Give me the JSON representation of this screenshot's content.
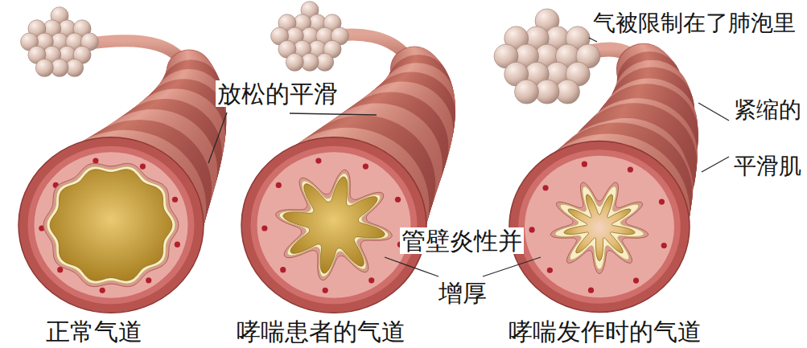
{
  "diagram": {
    "labels": [
      "气被限制在了肺泡里",
      "放松的平滑",
      "紧缩的",
      "平滑肌",
      "管壁炎性并",
      "增厚",
      "正常气道",
      "哮喘患者的气道",
      "哮喘发作时的气道"
    ]
  }
}
